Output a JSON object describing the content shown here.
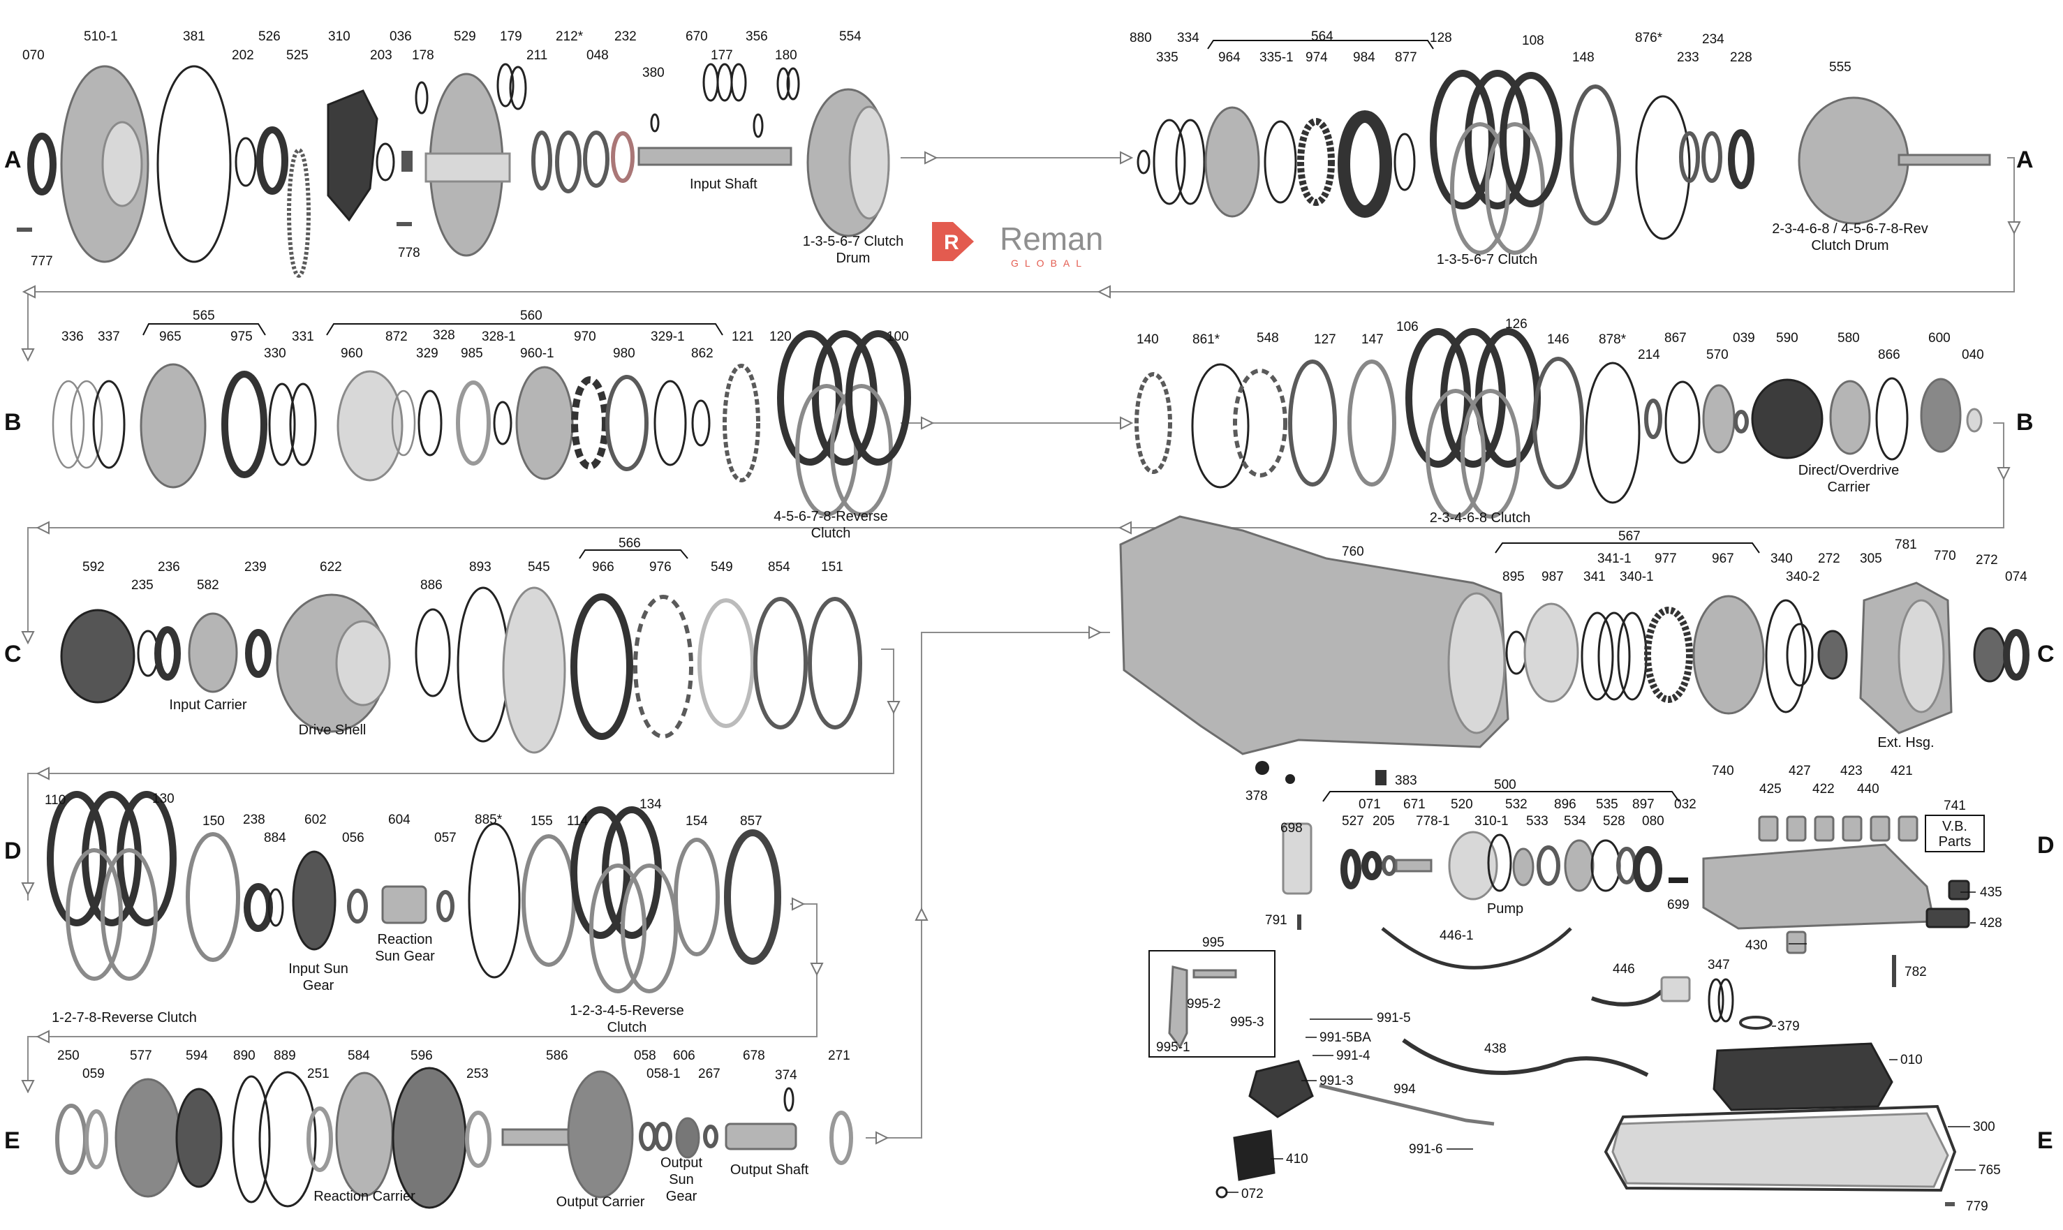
{
  "logo": {
    "name": "Reman",
    "sub": "GLOBAL",
    "brand_color": "#e35b4f",
    "text_color": "#8f8f8f"
  },
  "rows": [
    "A",
    "B",
    "C",
    "D",
    "E"
  ],
  "row_a": {
    "part_numbers": [
      "070",
      "510-1",
      "381",
      "202",
      "526",
      "525",
      "310",
      "203",
      "036",
      "178",
      "529",
      "179",
      "211",
      "212*",
      "048",
      "232",
      "380",
      "670",
      "177",
      "356",
      "180",
      "554",
      "777",
      "778",
      "880",
      "335",
      "334",
      "564",
      "964",
      "335-1",
      "974",
      "984",
      "877",
      "128",
      "108",
      "148",
      "876*",
      "233",
      "234",
      "228",
      "555"
    ],
    "captions": [
      "Input Shaft",
      "1-3-5-6-7 Clutch",
      "Drum",
      "1-3-5-6-7 Clutch",
      "2-3-4-6-8 / 4-5-6-7-8-Rev",
      "Clutch Drum"
    ]
  },
  "row_b": {
    "part_numbers": [
      "336",
      "337",
      "565",
      "965",
      "975",
      "330",
      "331",
      "560",
      "960",
      "872",
      "328",
      "329",
      "328-1",
      "985",
      "960-1",
      "970",
      "980",
      "329-1",
      "862",
      "121",
      "120",
      "100",
      "140",
      "861*",
      "548",
      "127",
      "147",
      "106",
      "126",
      "146",
      "878*",
      "214",
      "867",
      "570",
      "039",
      "590",
      "580",
      "866",
      "600",
      "040"
    ],
    "captions": [
      "4-5-6-7-8-Reverse",
      "Clutch",
      "2-3-4-6-8 Clutch",
      "Direct/Overdrive",
      "Carrier"
    ]
  },
  "row_c": {
    "part_numbers": [
      "592",
      "235",
      "236",
      "582",
      "239",
      "622",
      "886",
      "893",
      "545",
      "566",
      "966",
      "976",
      "549",
      "854",
      "151",
      "760",
      "567",
      "895",
      "987",
      "341",
      "341-1",
      "340-1",
      "977",
      "967",
      "340",
      "340-2",
      "272",
      "305",
      "781",
      "770",
      "272",
      "074"
    ],
    "captions": [
      "Input Carrier",
      "Drive Shell",
      "Ext. Hsg."
    ]
  },
  "row_d": {
    "part_numbers": [
      "110",
      "130",
      "150",
      "238",
      "884",
      "602",
      "056",
      "604",
      "057",
      "885*",
      "155",
      "114",
      "134",
      "154",
      "857",
      "378",
      "383",
      "500",
      "071",
      "527",
      "205",
      "671",
      "778-1",
      "520",
      "310-1",
      "532",
      "533",
      "896",
      "534",
      "535",
      "528",
      "897",
      "080",
      "032",
      "698",
      "699",
      "791",
      "740",
      "425",
      "427",
      "422",
      "423",
      "440",
      "421",
      "435",
      "428",
      "430",
      "782"
    ],
    "captions": [
      "1-2-7-8-Reverse Clutch",
      "Input Sun",
      "Gear",
      "Reaction",
      "Sun Gear",
      "1-2-3-4-5-Reverse",
      "Clutch",
      "Pump"
    ],
    "vb_parts": [
      "741",
      "V.B.",
      "Parts"
    ]
  },
  "row_e": {
    "part_numbers": [
      "250",
      "059",
      "577",
      "594",
      "890",
      "889",
      "251",
      "584",
      "596",
      "253",
      "586",
      "058",
      "058-1",
      "606",
      "267",
      "678",
      "374",
      "271",
      "995",
      "995-2",
      "995-3",
      "995-1",
      "446-1",
      "446",
      "347",
      "379",
      "991-5",
      "991-5BA",
      "991-4",
      "991-3",
      "438",
      "994",
      "010",
      "991-6",
      "410",
      "072",
      "300",
      "765",
      "779"
    ],
    "captions": [
      "Reaction Carrier",
      "Output Carrier",
      "Output",
      "Sun",
      "Gear",
      "Output Shaft"
    ]
  }
}
